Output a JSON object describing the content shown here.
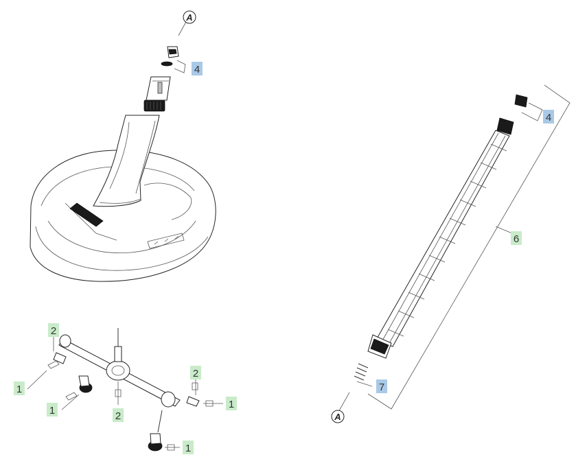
{
  "callouts": [
    {
      "id": "c4a",
      "label": "4",
      "color": "#a9c9e6"
    },
    {
      "id": "c4b",
      "label": "4",
      "color": "#a9c9e6"
    },
    {
      "id": "c6",
      "label": "6",
      "color": "#c9ebc9"
    },
    {
      "id": "c7",
      "label": "7",
      "color": "#a9c9e6"
    },
    {
      "id": "c2a",
      "label": "2",
      "color": "#c9ebc9"
    },
    {
      "id": "c1a",
      "label": "1",
      "color": "#c9ebc9"
    },
    {
      "id": "c1b",
      "label": "1",
      "color": "#c9ebc9"
    },
    {
      "id": "c2b",
      "label": "2",
      "color": "#c9ebc9"
    },
    {
      "id": "c2c",
      "label": "2",
      "color": "#c9ebc9"
    },
    {
      "id": "c1c",
      "label": "1",
      "color": "#c9ebc9"
    },
    {
      "id": "c1d",
      "label": "1",
      "color": "#c9ebc9"
    }
  ],
  "references": [
    {
      "id": "refTop",
      "label": "A"
    },
    {
      "id": "refBottom",
      "label": "A"
    }
  ]
}
